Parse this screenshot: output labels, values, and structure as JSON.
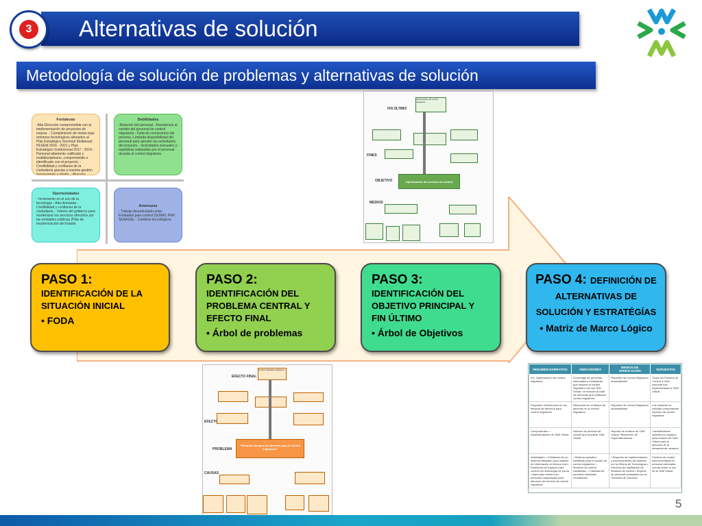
{
  "header": {
    "number": "3",
    "title": "Alternativas de solución"
  },
  "subtitle": "Metodología de solución de problemas y alternativas de solución",
  "foda": {
    "fortalezas": {
      "title": "Fortalezas",
      "text": "-Alta Dirección comprometida con la implementación de proyectos de mejora. - Cumplimiento de metas bajo entornos tecnológicos alineados al Plan Estratégico Sectorial Multianual PESEM 2016 - 2021 y Plan Estratégico Institucional 2017 - 2019 -Personal altamente calificado y multidisciplinario, comprometido e identificado con el proyecto. -Credibilidad y confianza de la ciudadanía gracias a nuestra gestión transparente y rápida. - Alianzas estratégicas con la PNP e Interpol. - Base de datos de personas nacionales con pasaporte electrónico y mecanizado."
    },
    "debilidades": {
      "title": "Debilidades",
      "text": "-Rotación del personal. -Resistencia al cambio del personal de control migratorio - Falta de compromiso del persona -Limitada disponibilidad del personal para atender las actividades del proyecto. - Actividades manuales y repetitivas realizadas por el personal durante el control migratorio"
    },
    "oportunidades": {
      "title": "Oportunidades",
      "text": "- Incremento en el uso de la tecnología - Alta demanda -Credibilidad y confianza de la ciudadanía. - Interés del gobierno para modernizar los servicios ofrecidos por las entidades públicas (Plan de modernización del Estado"
    },
    "amenazas": {
      "title": "Amenazas",
      "text": "- Trabajo desarticulado entre Entidades para control (SUNAT, PNP, SENASA). - Cambios tecnológicos"
    }
  },
  "objectives_tree": {
    "fin": "FIN ÚLTIMO",
    "fines": "FINES",
    "objetivo": "OBJETIVO",
    "objetivo_text": "Optimización del servicio de control migratorio",
    "medios": "MEDIOS",
    "top_node": "Optimización del control migratorio"
  },
  "problems_tree": {
    "efecto_final": "EFECTO FINAL",
    "efectos": "EFECTOS",
    "problema": "PROBLEMA",
    "causas": "CAUSAS",
    "top_node": "Control migratorio deficiente",
    "problem_text": "\"Elevados tiempos de atención para el control migratorio\""
  },
  "pasos": [
    {
      "title": "PASO 1:",
      "desc": "IDENTIFICACIÓN DE LA SITUACIÓN INICIAL",
      "bullet": "• FODA",
      "color": "#ffc000"
    },
    {
      "title": "PASO 2:",
      "desc": "IDENTIFICACIÓN DEL PROBLEMA CENTRAL Y EFECTO FINAL",
      "bullet": "• Árbol de problemas",
      "color": "#92d050"
    },
    {
      "title": "PASO 3:",
      "desc": "IDENTIFICACIÓN DEL OBJETIVO PRINCIPAL Y FIN ÚLTIMO",
      "bullet": "• Árbol de Objetivos",
      "color": "#3fdc8f"
    },
    {
      "title": "PASO 4: ",
      "title_extra": "DEFINICIÓN DE ALTERNATIVAS DE SOLUCIÓN Y ESTRATÉGÍAS",
      "bullet": "• Matriz de Marco Lógico",
      "color": "#2fb7ee"
    }
  ],
  "mml": {
    "headers": [
      "RESUMEN NARRATIVO",
      "INDICADORES",
      "MEDIOS DE VERIFICACIÓN",
      "SUPUESTOS"
    ],
    "rows": [
      [
        "Fin: Optimización del control migratorio",
        "Porcentaje de personas nacionales y extranjeras que realizan el control migratorio con las TAM Virtual, en relación al total de personas que realizaron control migratorio.",
        "Reportes de Control Migratorio automatizado",
        "Todos los Puestos de Control a nivel nacional han implementado la TAM Virtual"
      ],
      [
        "Propósito: Disminución en los tiempos de atención para control migratorio",
        "Reducción en el tiempo de atención en el control migratorio",
        "Reportes de Control Migratorio automatizado",
        "Los usuarios no solicitan comprobante impreso de control migratorio"
      ],
      [
        "Componentes: • Implementación de TAM Virtual",
        "Número de puestos de control que emplean TAM Virtual",
        "Reporte de emisión de TAM Virtual. Resolución de Superintendencia.",
        "Características óptimas los equipos para emisión de TAM Virtual para la atención de la demanda de usuarios."
      ],
      [
        "Actividades: • Existencia de un sistema integrado para registro de información en tiempo real • Existencia de Equipos para control con tecnología de punta • Adecuado número de personas capacitadas para atención del servicio de control migratorio",
        "• Sistema operativo habilitado para el puesto de control migratorio. • Módulos de control habilitados. • Cantidad de personal orientador contratados",
        "• Reportes de implementación y funcionamiento del sistema por la Oficina de Tecnologías • Informes de habilitación de Módulos de control • Reporte de personal contratado por la Gerencia de Usuarios",
        "Puestos de control interconectados El personal orientador orienta sobre el uso de la TAM Virtual"
      ]
    ]
  },
  "page_number": "5",
  "colors": {
    "banner": "#1a44a8",
    "paso1": "#ffc000",
    "paso2": "#92d050",
    "paso3": "#3fdc8f",
    "paso4": "#2fb7ee"
  }
}
